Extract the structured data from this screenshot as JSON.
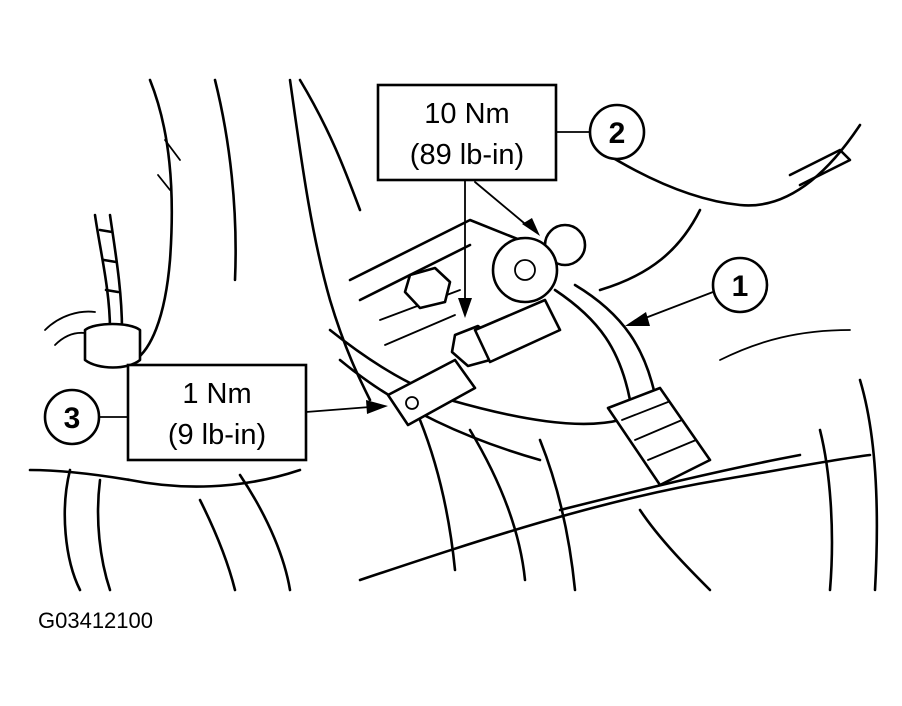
{
  "figure_id": "G03412100",
  "callouts": [
    {
      "number": "1"
    },
    {
      "number": "2",
      "torque_nm": "10 Nm",
      "torque_imperial": "(89 lb-in)"
    },
    {
      "number": "3",
      "torque_nm": "1 Nm",
      "torque_imperial": "(9 lb-in)"
    }
  ]
}
